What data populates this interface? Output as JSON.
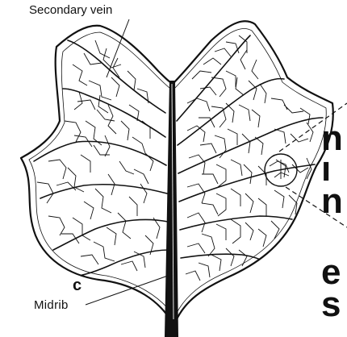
{
  "labels": {
    "secondary_vein": "Secondary vein",
    "midrib": "Midrib",
    "panel_letter": "c"
  },
  "cropped_text_column": [
    "n",
    "ı",
    "n",
    "e",
    "s"
  ],
  "colors": {
    "ink": "#111111",
    "background": "#ffffff"
  }
}
